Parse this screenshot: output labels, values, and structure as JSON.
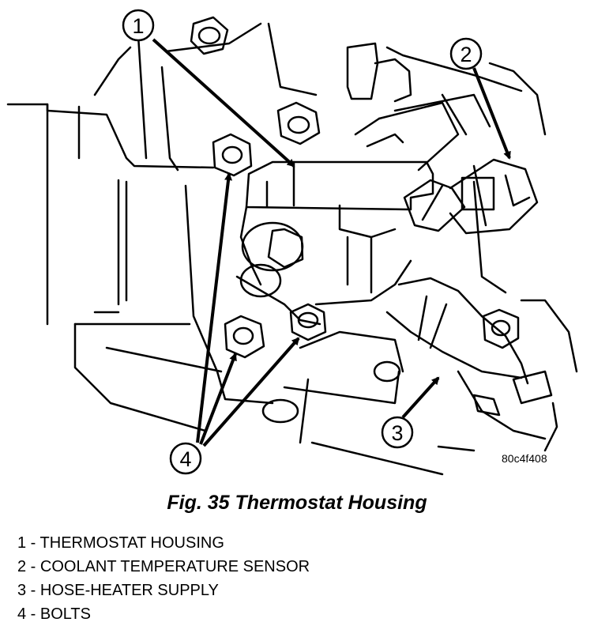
{
  "figure": {
    "title": "Fig. 35 Thermostat Housing",
    "code": "80c4f408"
  },
  "callouts": [
    {
      "id": "1"
    },
    {
      "id": "2"
    },
    {
      "id": "3"
    },
    {
      "id": "4"
    }
  ],
  "legend": [
    {
      "text": "1 - THERMOSTAT HOUSING"
    },
    {
      "text": "2 - COOLANT TEMPERATURE SENSOR"
    },
    {
      "text": "3 - HOSE-HEATER SUPPLY"
    },
    {
      "text": "4 - BOLTS"
    }
  ]
}
